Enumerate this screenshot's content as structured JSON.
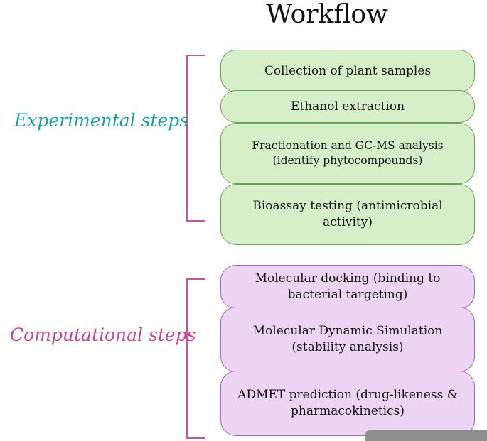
{
  "title": "Workflow",
  "colors": {
    "experimental_label": "#1aa39a",
    "computational_label": "#c8438f",
    "bracket": "#c0569f",
    "experimental_fill": "#d6efc9",
    "experimental_border": "#6aa159",
    "computational_fill": "#ecd4f3",
    "computational_border": "#a565b8"
  },
  "groups": {
    "experimental": {
      "label": "Experimental steps",
      "steps": [
        "Collection of plant samples",
        "Ethanol extraction",
        "Fractionation and GC-MS analysis (identify phytocompounds)",
        "Bioassay testing (antimicrobial activity)"
      ]
    },
    "computational": {
      "label": "Computational steps",
      "steps": [
        "Molecular docking (binding to bacterial targeting)",
        "Molecular Dynamic Simulation (stability analysis)",
        "ADMET prediction (drug-likeness & pharmacokinetics)"
      ]
    }
  }
}
